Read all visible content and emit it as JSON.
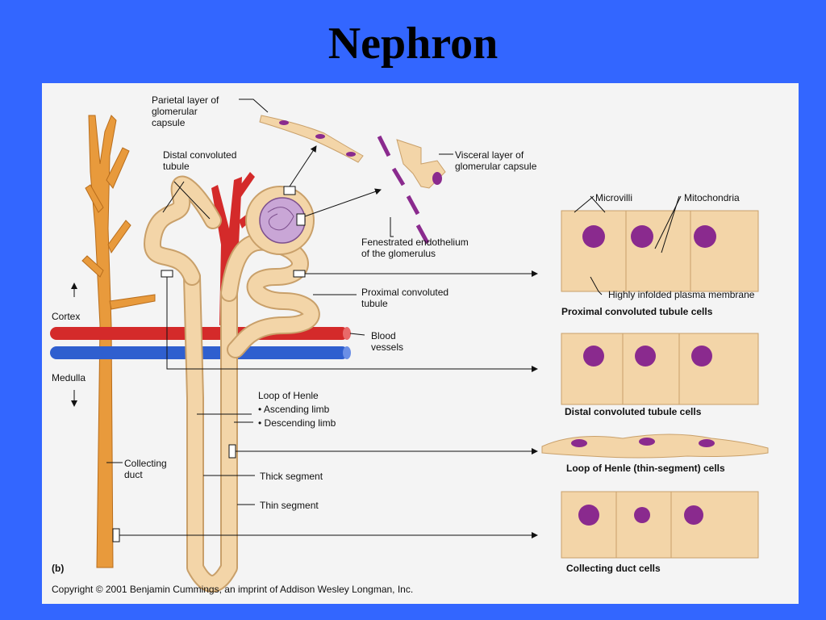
{
  "slide": {
    "title": "Nephron"
  },
  "labels": {
    "parietal": [
      "Parietal layer of",
      "glomerular",
      "capsule"
    ],
    "distal": [
      "Distal convoluted",
      "tubule"
    ],
    "visceral": [
      "Visceral layer of",
      "glomerular capsule"
    ],
    "fenestrated": [
      "Fenestrated endothelium",
      "of the glomerulus"
    ],
    "microvilli": "Microvilli",
    "mitochondria": "Mitochondria",
    "infolded": "Highly infolded plasma membrane",
    "proximal": [
      "Proximal convoluted",
      "tubule"
    ],
    "cortex": "Cortex",
    "medulla": "Medulla",
    "blood": [
      "Blood",
      "vessels"
    ],
    "loop": "Loop of Henle",
    "ascending": "• Ascending limb",
    "descending": "• Descending limb",
    "collecting": [
      "Collecting",
      "duct"
    ],
    "thick": "Thick segment",
    "thin": "Thin segment",
    "panel_letter": "(b)",
    "copyright": "Copyright © 2001 Benjamin Cummings, an imprint of Addison Wesley Longman, Inc."
  },
  "cells": {
    "pct": "Proximal convoluted tubule cells",
    "dct": "Distal convoluted tubule cells",
    "loh": "Loop of Henle (thin-segment) cells",
    "cd": "Collecting duct cells"
  },
  "colors": {
    "background": "#3366ff",
    "panel": "#f4f4f4",
    "tubule": "#f3d5a8",
    "tubule_edge": "#c9a06a",
    "duct": "#e89a3c",
    "artery": "#d42a2a",
    "vein": "#2f5fcf",
    "nucleus": "#8a2a8e",
    "mito": "#e07a1e"
  }
}
